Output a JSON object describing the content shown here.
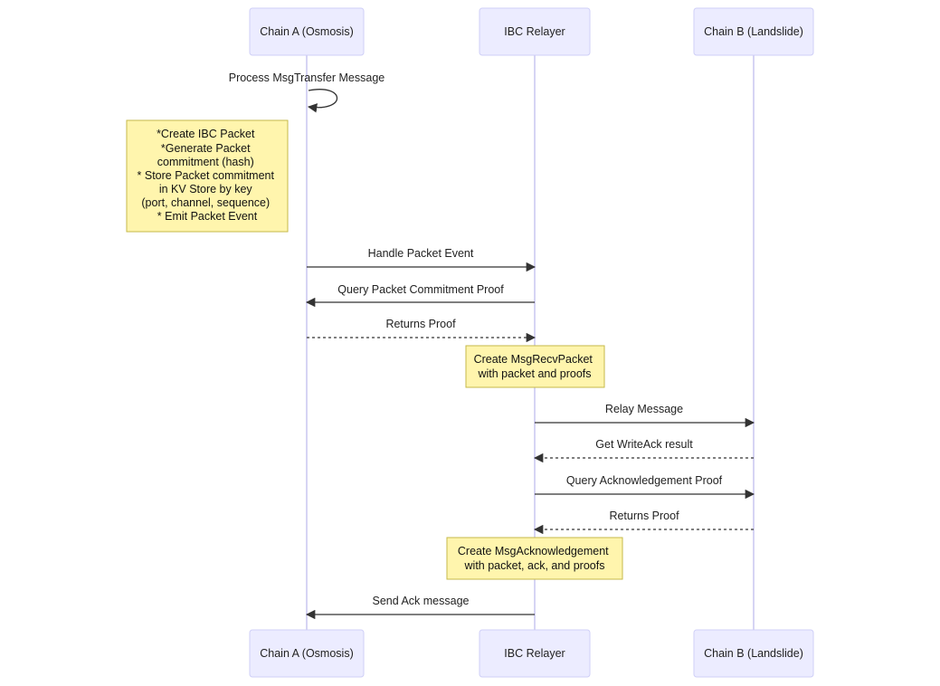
{
  "diagram": {
    "participants": [
      {
        "id": "A",
        "label": "Chain A (Osmosis)"
      },
      {
        "id": "R",
        "label": "IBC Relayer"
      },
      {
        "id": "B",
        "label": "Chain B (Landslide)"
      }
    ],
    "self_message": {
      "at": "A",
      "label": "Process MsgTransfer Message"
    },
    "notes": [
      {
        "id": "note-a",
        "over": "A",
        "lines": [
          "*Create IBC Packet",
          "*Generate Packet",
          "commitment (hash)",
          "* Store Packet commitment",
          "in KV Store by key",
          "(port, channel, sequence)",
          "* Emit Packet Event"
        ]
      },
      {
        "id": "note-recv",
        "over": "R",
        "lines": [
          "Create MsgRecvPacket",
          "with packet and proofs"
        ]
      },
      {
        "id": "note-ack",
        "over": "R",
        "lines": [
          "Create MsgAcknowledgement",
          "with packet, ack, and proofs"
        ]
      }
    ],
    "messages": [
      {
        "from": "A",
        "to": "R",
        "label": "Handle Packet Event",
        "style": "solid"
      },
      {
        "from": "R",
        "to": "A",
        "label": "Query Packet Commitment Proof",
        "style": "solid"
      },
      {
        "from": "A",
        "to": "R",
        "label": "Returns Proof",
        "style": "dotted"
      },
      {
        "from": "R",
        "to": "B",
        "label": "Relay Message",
        "style": "solid"
      },
      {
        "from": "B",
        "to": "R",
        "label": "Get WriteAck result",
        "style": "dotted"
      },
      {
        "from": "R",
        "to": "B",
        "label": "Query Acknowledgement Proof",
        "style": "solid"
      },
      {
        "from": "B",
        "to": "R",
        "label": "Returns Proof",
        "style": "dotted"
      },
      {
        "from": "R",
        "to": "A",
        "label": "Send Ack message",
        "style": "solid"
      }
    ],
    "colors": {
      "actor_fill": "#ececff",
      "actor_border": "#cfcff7",
      "lifeline": "#c9c5f0",
      "note_fill": "#fff5ad",
      "note_border": "#c6b94a",
      "arrow": "#333333"
    }
  }
}
